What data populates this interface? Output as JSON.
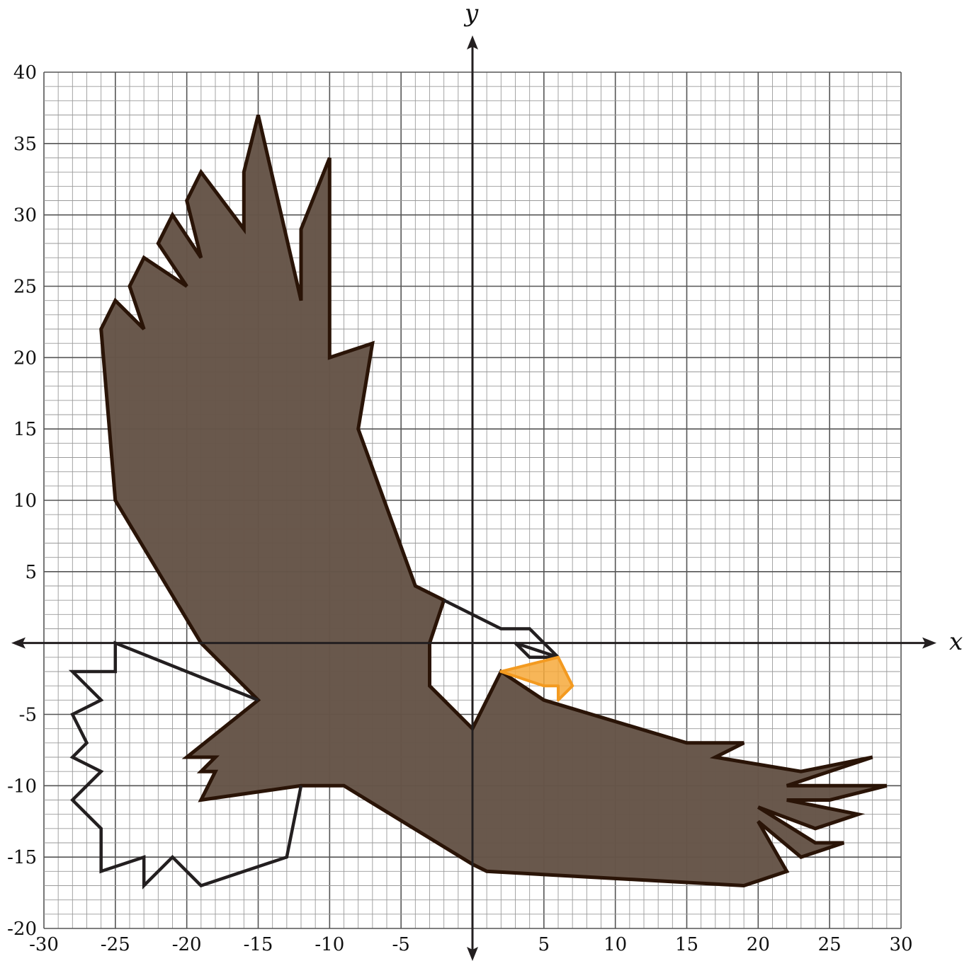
{
  "axes": {
    "x_label": "x",
    "y_label": "y",
    "x_range": [
      -30,
      30
    ],
    "y_range": [
      -20,
      40
    ],
    "minor_step": 1,
    "major_step": 5,
    "x_tick_labels": [
      {
        "value": -30,
        "text": "-30"
      },
      {
        "value": -25,
        "text": "-25"
      },
      {
        "value": -20,
        "text": "-20"
      },
      {
        "value": -15,
        "text": "-15"
      },
      {
        "value": -10,
        "text": "-10"
      },
      {
        "value": -5,
        "text": "-5"
      },
      {
        "value": 5,
        "text": "5"
      },
      {
        "value": 10,
        "text": "10"
      },
      {
        "value": 15,
        "text": "15"
      },
      {
        "value": 20,
        "text": "20"
      },
      {
        "value": 25,
        "text": "25"
      },
      {
        "value": 30,
        "text": "30"
      }
    ],
    "y_tick_labels": [
      {
        "value": 40,
        "text": "40"
      },
      {
        "value": 35,
        "text": "35"
      },
      {
        "value": 30,
        "text": "30"
      },
      {
        "value": 25,
        "text": "25"
      },
      {
        "value": 20,
        "text": "20"
      },
      {
        "value": 15,
        "text": "15"
      },
      {
        "value": 10,
        "text": "10"
      },
      {
        "value": 5,
        "text": "5"
      },
      {
        "value": -5,
        "text": "-5"
      },
      {
        "value": -10,
        "text": "-10"
      },
      {
        "value": -15,
        "text": "-15"
      },
      {
        "value": -20,
        "text": "-20"
      }
    ]
  },
  "colors": {
    "body_fill": "#665548",
    "body_stroke": "#2a1407",
    "outline_stroke": "#231f20",
    "beak_fill": "#f6a93b",
    "beak_stroke": "#f39a20",
    "grid_minor": "#9a9a9a",
    "grid_major": "#555555",
    "axis": "#231f20"
  },
  "shapes": [
    {
      "name": "eagle-body",
      "kind": "filled",
      "points": [
        [
          -26,
          22
        ],
        [
          -25,
          24
        ],
        [
          -23,
          22
        ],
        [
          -24,
          25
        ],
        [
          -23,
          27
        ],
        [
          -20,
          25
        ],
        [
          -22,
          28
        ],
        [
          -21,
          30
        ],
        [
          -19,
          27
        ],
        [
          -20,
          31
        ],
        [
          -19,
          33
        ],
        [
          -16,
          29
        ],
        [
          -16,
          33
        ],
        [
          -15,
          37
        ],
        [
          -12,
          24
        ],
        [
          -12,
          29
        ],
        [
          -10,
          34
        ],
        [
          -10,
          20
        ],
        [
          -7,
          21
        ],
        [
          -8,
          15
        ],
        [
          -4,
          4
        ],
        [
          -2,
          3
        ],
        [
          -3,
          0
        ],
        [
          -3,
          -3
        ],
        [
          -2,
          -4
        ],
        [
          0,
          -6
        ],
        [
          2,
          -2
        ],
        [
          5,
          -4
        ],
        [
          15,
          -7
        ],
        [
          19,
          -7
        ],
        [
          17,
          -8
        ],
        [
          23,
          -9
        ],
        [
          28,
          -8
        ],
        [
          22,
          -10
        ],
        [
          29,
          -10
        ],
        [
          25,
          -11
        ],
        [
          22,
          -11
        ],
        [
          27,
          -12
        ],
        [
          24,
          -13
        ],
        [
          20,
          -11.5
        ],
        [
          24,
          -14
        ],
        [
          26,
          -14
        ],
        [
          23,
          -15
        ],
        [
          20,
          -12.5
        ],
        [
          22,
          -16
        ],
        [
          19,
          -17
        ],
        [
          1,
          -16
        ],
        [
          0,
          -15.5
        ],
        [
          -9,
          -10
        ],
        [
          -12,
          -10
        ],
        [
          -19,
          -11
        ],
        [
          -18,
          -9
        ],
        [
          -19,
          -9
        ],
        [
          -18,
          -8
        ],
        [
          -20,
          -8
        ],
        [
          -15,
          -4
        ],
        [
          -19,
          0
        ],
        [
          -25,
          10
        ],
        [
          -26,
          22
        ]
      ]
    },
    {
      "name": "tail-outline",
      "kind": "outline",
      "points": [
        [
          -15,
          -4
        ],
        [
          -25,
          0
        ],
        [
          -25,
          -2
        ],
        [
          -28,
          -2
        ],
        [
          -26,
          -4
        ],
        [
          -28,
          -5
        ],
        [
          -27,
          -7
        ],
        [
          -28,
          -8
        ],
        [
          -26,
          -9
        ],
        [
          -28,
          -11
        ],
        [
          -26,
          -13
        ],
        [
          -26,
          -16
        ],
        [
          -23,
          -15
        ],
        [
          -23,
          -17
        ],
        [
          -21,
          -15
        ],
        [
          -19,
          -17
        ],
        [
          -13,
          -15
        ],
        [
          -12,
          -10
        ]
      ]
    },
    {
      "name": "head-outline",
      "kind": "outline",
      "points": [
        [
          -2,
          3
        ],
        [
          2,
          1
        ],
        [
          4,
          1
        ],
        [
          6,
          -1
        ],
        [
          3,
          0
        ],
        [
          4,
          -1
        ],
        [
          6,
          -1
        ]
      ]
    },
    {
      "name": "beak",
      "kind": "beak",
      "points": [
        [
          2,
          -2
        ],
        [
          6,
          -1
        ],
        [
          7,
          -3
        ],
        [
          6,
          -4
        ],
        [
          6,
          -3
        ],
        [
          5,
          -3
        ],
        [
          2,
          -2
        ]
      ]
    }
  ]
}
